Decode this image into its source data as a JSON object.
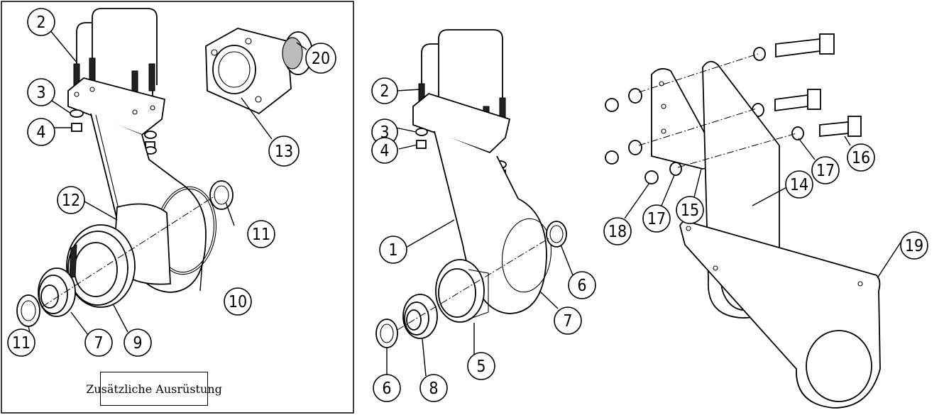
{
  "diagram": {
    "note": "Zusätzliche Ausrüstung",
    "callouts": [
      "2",
      "3",
      "4",
      "20",
      "13",
      "12",
      "11",
      "10",
      "9",
      "7",
      "11",
      "2",
      "3",
      "4",
      "1",
      "6",
      "7",
      "5",
      "8",
      "6",
      "16",
      "17",
      "15",
      "17",
      "18",
      "14",
      "19"
    ]
  }
}
